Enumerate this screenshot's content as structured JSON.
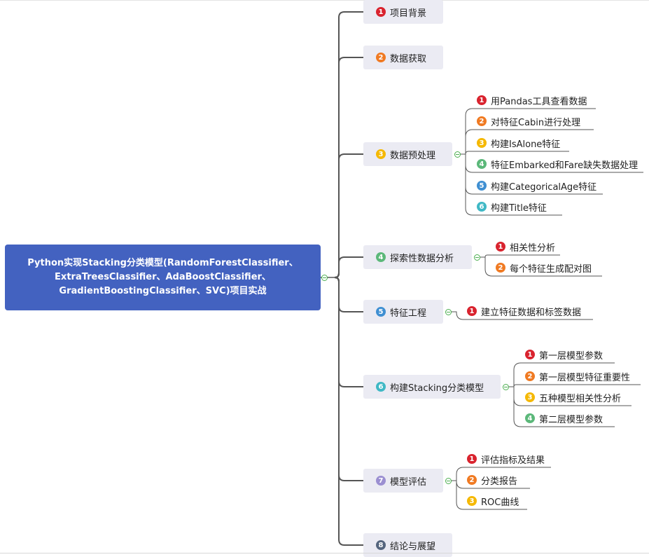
{
  "colors": {
    "root": "#4362c0",
    "branch_bg": "#ebebf3",
    "connector": "#555555",
    "n1": "#d9232e",
    "n2": "#f07a22",
    "n3": "#f5b800",
    "n4": "#5cb87a",
    "n5": "#3f8fd2",
    "n6": "#3fb8c5",
    "n7": "#9b8fd1",
    "n8": "#55657e"
  },
  "root": {
    "lines": [
      "Python实现Stacking分类模型(RandomForestClassifier、",
      "ExtraTreesClassifier、AdaBoostClassifier、",
      "GradientBoostingClassifier、SVC)项目实战"
    ]
  },
  "branches": [
    {
      "num": "1",
      "label": "项目背景",
      "children": []
    },
    {
      "num": "2",
      "label": "数据获取",
      "children": []
    },
    {
      "num": "3",
      "label": "数据预处理",
      "children": [
        {
          "num": "1",
          "label": "用Pandas工具查看数据"
        },
        {
          "num": "2",
          "label": "对特征Cabin进行处理"
        },
        {
          "num": "3",
          "label": "构建IsAlone特征"
        },
        {
          "num": "4",
          "label": "特征Embarked和Fare缺失数据处理"
        },
        {
          "num": "5",
          "label": "构建CategoricalAge特征"
        },
        {
          "num": "6",
          "label": "构建Title特征"
        }
      ]
    },
    {
      "num": "4",
      "label": "探索性数据分析",
      "children": [
        {
          "num": "1",
          "label": "相关性分析"
        },
        {
          "num": "2",
          "label": "每个特征生成配对图"
        }
      ]
    },
    {
      "num": "5",
      "label": "特征工程",
      "children": [
        {
          "num": "1",
          "label": "建立特征数据和标签数据"
        }
      ]
    },
    {
      "num": "6",
      "label": "构建Stacking分类模型",
      "children": [
        {
          "num": "1",
          "label": "第一层模型参数"
        },
        {
          "num": "2",
          "label": "第一层模型特征重要性"
        },
        {
          "num": "3",
          "label": "五种模型相关性分析"
        },
        {
          "num": "4",
          "label": "第二层模型参数"
        }
      ]
    },
    {
      "num": "7",
      "label": "模型评估",
      "children": [
        {
          "num": "1",
          "label": "评估指标及结果"
        },
        {
          "num": "2",
          "label": "分类报告"
        },
        {
          "num": "3",
          "label": "ROC曲线"
        }
      ]
    },
    {
      "num": "8",
      "label": "结论与展望",
      "children": []
    }
  ]
}
